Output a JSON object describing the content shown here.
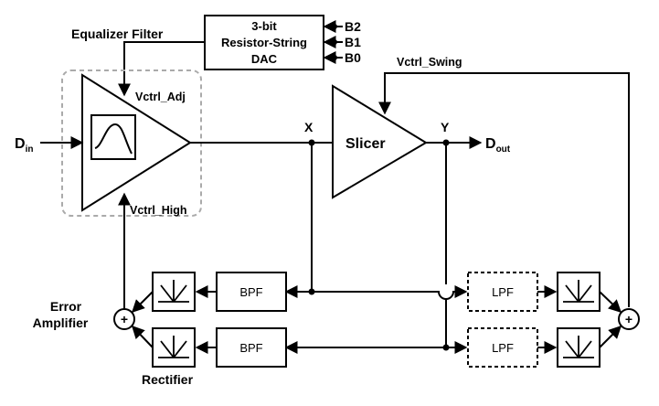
{
  "title": "Equalizer Filter",
  "dac": {
    "line1": "3-bit",
    "line2": "Resistor-String",
    "line3": "DAC"
  },
  "bits": [
    "B2",
    "B1",
    "B0"
  ],
  "signals": {
    "din_main": "D",
    "din_sub": "in",
    "dout_main": "D",
    "dout_sub": "out",
    "x": "X",
    "y": "Y",
    "vctrl_adj": "Vctrl_Adj",
    "vctrl_high": "Vctrl_High",
    "vctrl_swing": "Vctrl_Swing"
  },
  "blocks": {
    "slicer": "Slicer",
    "bpf": "BPF",
    "lpf": "LPF",
    "sum_symbol": "+"
  },
  "labels": {
    "error_amp_line1": "Error",
    "error_amp_line2": "Amplifier",
    "rectifier": "Rectifier"
  }
}
